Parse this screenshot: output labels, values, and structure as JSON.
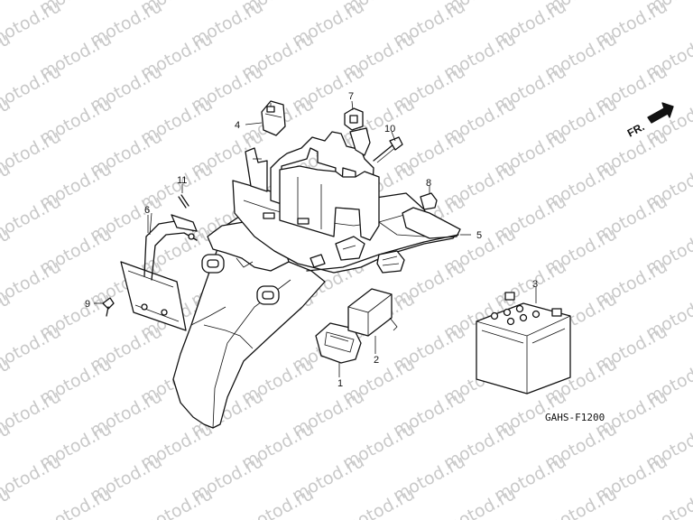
{
  "watermark_text": "motod.ru",
  "diagram_code": "GAHS-F1200",
  "front_indicator": "FR.",
  "callouts": [
    {
      "id": "callout-1",
      "text": "1"
    },
    {
      "id": "callout-2",
      "text": "2"
    },
    {
      "id": "callout-3",
      "text": "3"
    },
    {
      "id": "callout-4",
      "text": "4"
    },
    {
      "id": "callout-5",
      "text": "5"
    },
    {
      "id": "callout-6",
      "text": "6"
    },
    {
      "id": "callout-7",
      "text": "7"
    },
    {
      "id": "callout-8",
      "text": "8"
    },
    {
      "id": "callout-9",
      "text": "9"
    },
    {
      "id": "callout-10",
      "text": "10"
    },
    {
      "id": "callout-11",
      "text": "11"
    }
  ]
}
